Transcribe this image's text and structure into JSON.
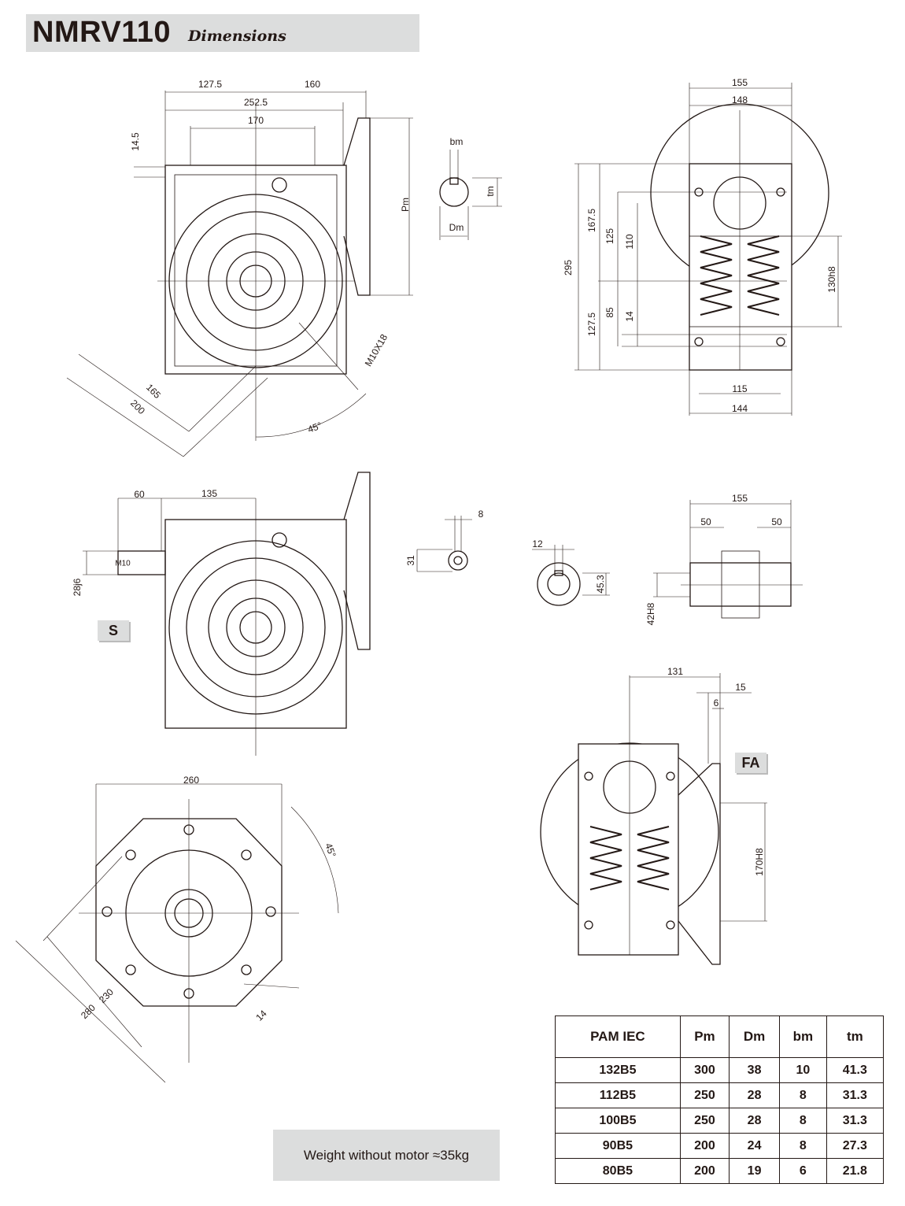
{
  "header": {
    "model": "NMRV110",
    "subtitle": "Dimensions"
  },
  "front_view": {
    "d127_5": "127.5",
    "d160": "160",
    "d252_5": "252.5",
    "d170": "170",
    "d14_5": "14.5",
    "pm": "Pm",
    "thread": "M10X18",
    "d165": "165",
    "d200": "200",
    "angle": "45°"
  },
  "key_detail": {
    "bm": "bm",
    "tm": "tm",
    "dm": "Dm"
  },
  "side_view": {
    "d155": "155",
    "d148": "148",
    "d295": "295",
    "d167_5": "167.5",
    "d125": "125",
    "d110": "110",
    "d127_5": "127.5",
    "d85": "85",
    "d14": "14",
    "d130h8": "130h8",
    "d115": "115",
    "d144": "144"
  },
  "s_view": {
    "d60": "60",
    "d135": "135",
    "d28j6": "28j6",
    "m10": "M10",
    "badge": "S"
  },
  "input_shaft_key": {
    "d8": "8",
    "d31": "31"
  },
  "output_key": {
    "d12": "12",
    "d45_3": "45.3"
  },
  "hollow_shaft": {
    "d155": "155",
    "d50a": "50",
    "d50b": "50",
    "d42h8": "42H8"
  },
  "fa_view": {
    "d131": "131",
    "d15": "15",
    "d6": "6",
    "badge": "FA",
    "d170h8": "170H8"
  },
  "flange_view": {
    "d260": "260",
    "angle": "45°",
    "d230": "230",
    "d280": "280",
    "d14": "14"
  },
  "weight": {
    "text": "Weight without motor  ≈35kg"
  },
  "table": {
    "headers": [
      "PAM IEC",
      "Pm",
      "Dm",
      "bm",
      "tm"
    ],
    "rows": [
      [
        "132B5",
        "300",
        "38",
        "10",
        "41.3"
      ],
      [
        "112B5",
        "250",
        "28",
        "8",
        "31.3"
      ],
      [
        "100B5",
        "250",
        "28",
        "8",
        "31.3"
      ],
      [
        "90B5",
        "200",
        "24",
        "8",
        "27.3"
      ],
      [
        "80B5",
        "200",
        "19",
        "6",
        "21.8"
      ]
    ]
  }
}
